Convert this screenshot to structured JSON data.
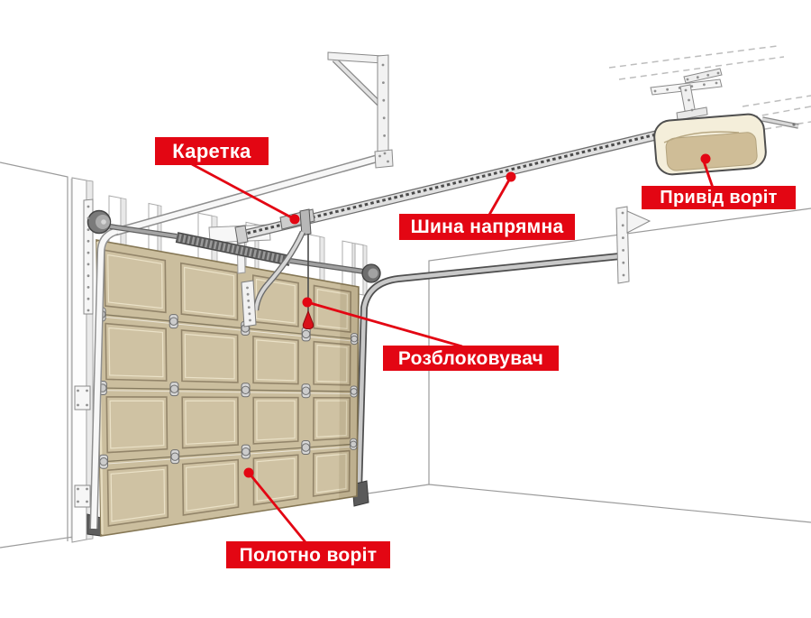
{
  "figure": {
    "accent_color": "#e30613",
    "door_color": "#cbbe9e",
    "labels": [
      {
        "id": "carriage",
        "text": "Каретка"
      },
      {
        "id": "guide-rail",
        "text": "Шина напрямна"
      },
      {
        "id": "door-drive",
        "text": "Привід воріт"
      },
      {
        "id": "release",
        "text": "Розблоковувач"
      },
      {
        "id": "door-leaf",
        "text": "Полотно воріт"
      }
    ]
  }
}
